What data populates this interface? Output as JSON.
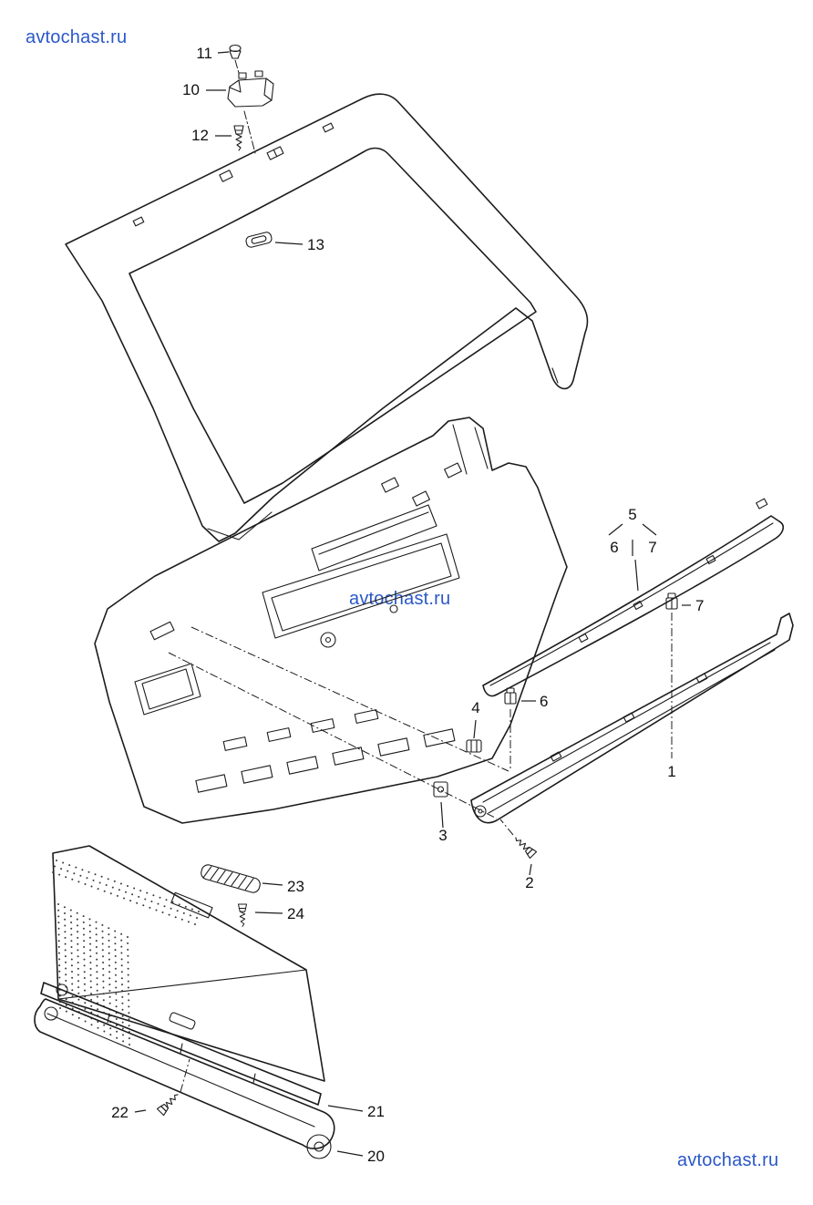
{
  "watermarks": {
    "top_left": "avtochast.ru",
    "center": "avtochast.ru",
    "bottom_right": "avtochast.ru"
  },
  "colors": {
    "watermark_blue": "#2b58c8",
    "line": "#1c1c1c",
    "background": "#ffffff"
  },
  "diagram": {
    "type": "exploded-parts-diagram",
    "callouts": {
      "c11": "11",
      "c10": "10",
      "c12": "12",
      "c13": "13",
      "c5": "5",
      "c6_top": "6",
      "c7_top": "7",
      "c7_side": "7",
      "c6_side": "6",
      "c4": "4",
      "c1": "1",
      "c3": "3",
      "c2": "2",
      "c23": "23",
      "c24": "24",
      "c22": "22",
      "c21": "21",
      "c20": "20"
    }
  }
}
